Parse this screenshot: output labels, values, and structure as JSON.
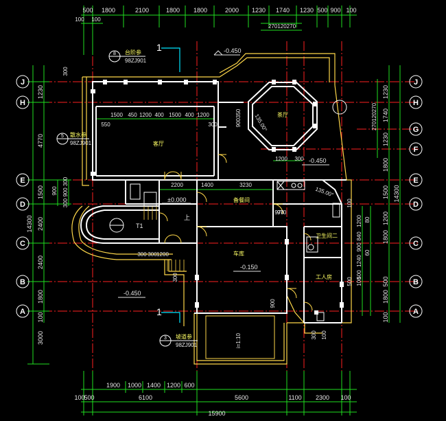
{
  "drawing": {
    "colors": {
      "background": "#000000",
      "axis": "#ff2020",
      "wall": "#ffffff",
      "outline": "#ffd84a",
      "dimension": "#1fe01f",
      "text": "#e6e6e6",
      "room_text": "#ffff66",
      "accent": "#00e5ff"
    },
    "grid_rows": [
      "J",
      "H",
      "G",
      "F",
      "E",
      "D",
      "C",
      "B",
      "A"
    ],
    "top_dims": [
      "500",
      "1800",
      "2100",
      "1800",
      "1800",
      "2000",
      "1230",
      "1740",
      "1230",
      "500",
      "900",
      "100"
    ],
    "top_sub_dims": [
      "100",
      "100"
    ],
    "top_small": "270120270",
    "left_dims": [
      "1230",
      "4770",
      "1500",
      "2400",
      "2400",
      "1800",
      "100",
      "3000"
    ],
    "left_total": "14300",
    "left_sub": [
      "300",
      "900",
      "300"
    ],
    "left_sub2": [
      "300 900 300"
    ],
    "right_dims": [
      "1230",
      "1740",
      "1230",
      "1800",
      "1500",
      "1200",
      "1800",
      "500",
      "1800",
      "100"
    ],
    "right_total": "14300",
    "right_small": [
      "270120270"
    ],
    "right_inner": [
      "80",
      "60",
      "1200",
      "840",
      "900",
      "1240",
      "500",
      "100",
      "500",
      "100"
    ],
    "bottom_dims_row1": [
      "1900",
      "1000",
      "1400",
      "1200",
      "600"
    ],
    "bottom_dims_row2": [
      "100",
      "500",
      "6100",
      "5600",
      "1100",
      "2300",
      "100"
    ],
    "bottom_total": "15900",
    "inner_dims": [
      "1500",
      "450",
      "1200",
      "400",
      "1500",
      "400",
      "1200",
      "550",
      "300",
      "2200",
      "1400",
      "3230",
      "970",
      "1200",
      "300",
      "300",
      "300",
      "1200",
      "900",
      "300",
      "100"
    ],
    "room_labels": {
      "living": "客厅",
      "tea": "茶厅",
      "storage": "备餐间",
      "garage": "车库",
      "bath": "卫生间二",
      "worker": "工人房"
    },
    "levels": [
      "-0.450",
      "-0.450",
      "±0.000",
      "-0.150",
      "-0.450"
    ],
    "slope_label": "135.00°",
    "slope_label2": "135.00°",
    "stair_label": "上",
    "section_marks": [
      "1",
      "1"
    ],
    "callouts": [
      {
        "num": "8",
        "sub": "98ZJ901",
        "title": "台阶参"
      },
      {
        "num": "5",
        "sub": "98ZJ901",
        "title": "散水参"
      },
      {
        "num": "3",
        "sub": "98ZJ901",
        "title": "坡道参"
      }
    ],
    "misc_labels": [
      "T1",
      "i=1:10"
    ],
    "inner_dim_extra": "300",
    "inner_dim_90": "900350",
    "door_small": "970"
  }
}
